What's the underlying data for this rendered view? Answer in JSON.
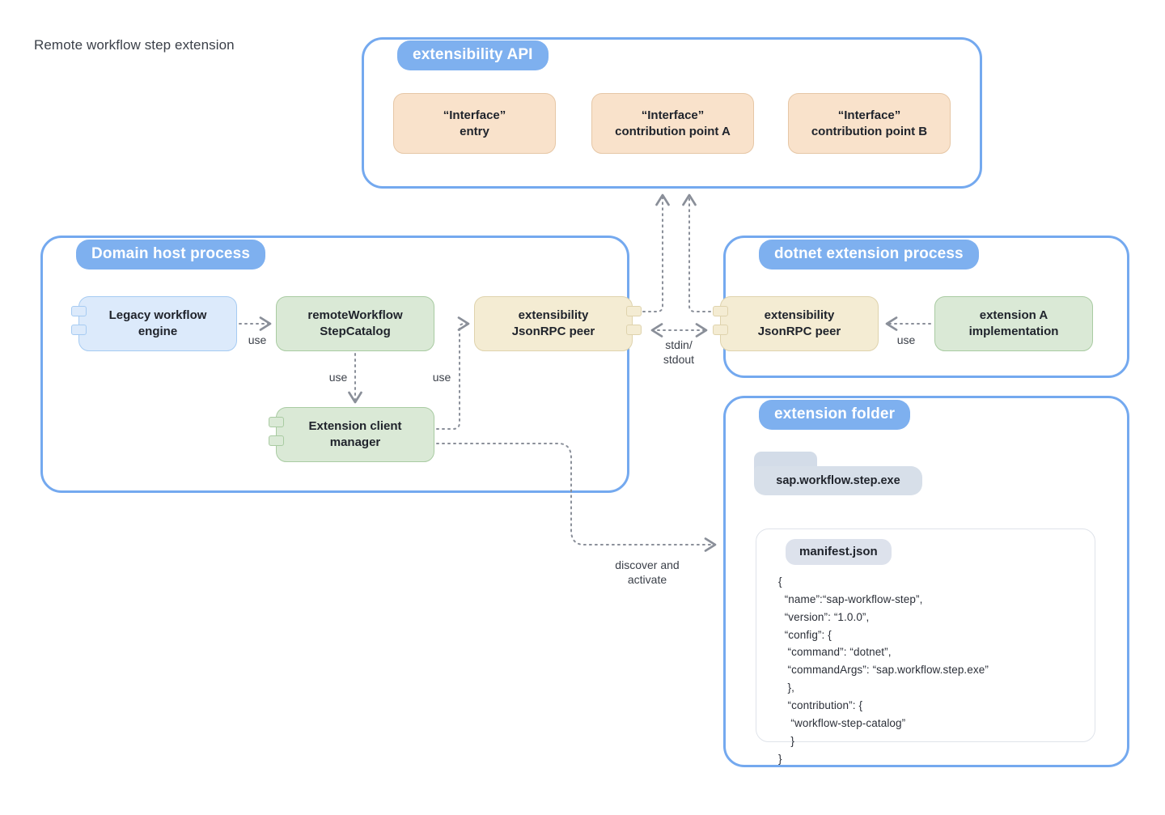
{
  "title": "Remote workflow step extension",
  "groups": {
    "extensibility_api": {
      "label": "extensibility API"
    },
    "domain_host": {
      "label": "Domain host process"
    },
    "dotnet_ext": {
      "label": "dotnet extension process"
    },
    "extension_folder": {
      "label": "extension folder"
    }
  },
  "api_nodes": [
    {
      "label": "“Interface”\nentry"
    },
    {
      "label": "“Interface”\ncontribution point A"
    },
    {
      "label": "“Interface”\ncontribution point B"
    }
  ],
  "host_nodes": {
    "legacy_engine": "Legacy workflow\nengine",
    "step_catalog": "remoteWorkflow\nStepCatalog",
    "jsonrpc_peer": "extensibility\nJsonRPC peer",
    "client_manager": "Extension client\nmanager"
  },
  "dotnet_nodes": {
    "jsonrpc_peer": "extensibility\nJsonRPC peer",
    "extension_a": "extension A\nimplementation"
  },
  "folder": {
    "exe_name": "sap.workflow.step.exe",
    "manifest_name": "manifest.json",
    "manifest_body": "{\n  “name”:“sap-workflow-step”,\n  “version”: “1.0.0”,\n  “config”: {\n   “command”: “dotnet”,\n   “commandArgs”: “sap.workflow.step.exe”\n   },\n   “contribution”: {\n    “workflow-step-catalog”\n    }\n}"
  },
  "edges": {
    "use_legacy_catalog": "use",
    "use_catalog_manager": "use",
    "use_manager_peer": "use",
    "use_extension_peer": "use",
    "stdio": "stdin/\nstdout",
    "discover_activate": "discover and\nactivate"
  },
  "colors": {
    "group_border": "#74a9ef",
    "group_label_bg": "#7eb0ef",
    "peach": "#f9e2cb",
    "yellow": "#f4ecd3",
    "green": "#dae9d6",
    "blue": "#dceafb",
    "folder_gray": "#d7dfe9",
    "edge": "#8a8f99",
    "text": "#20242c"
  }
}
